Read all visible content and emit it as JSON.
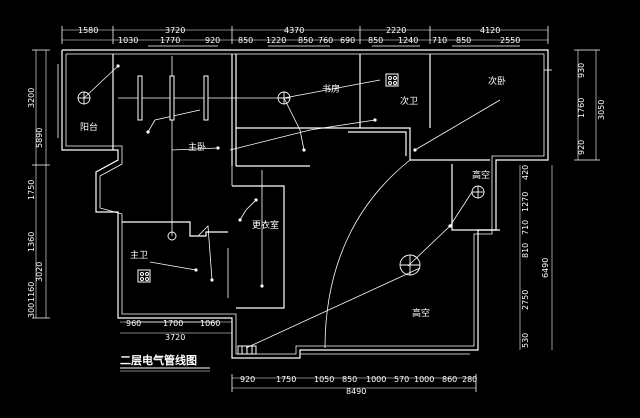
{
  "title": "二层电气管线图",
  "rooms": {
    "balcony": "阳台",
    "master_bedroom": "主卧",
    "study": "书房",
    "second_bath": "次卫",
    "second_bedroom": "次卧",
    "closet": "更衣室",
    "master_bath": "主卫",
    "void_small": "高空",
    "void_large": "高空"
  },
  "dims": {
    "top_outer": [
      "1580",
      "3720",
      "4370",
      "2220",
      "4120"
    ],
    "top_inner": [
      "1030",
      "1770",
      "920",
      "850",
      "1220",
      "850",
      "760",
      "690",
      "850",
      "1240",
      "710",
      "850",
      "2550"
    ],
    "left_outer": [
      "5890",
      "3020"
    ],
    "left_inner": [
      "3200",
      "1750",
      "1360",
      "1160",
      "300"
    ],
    "right_outer": [
      "3050",
      "6490"
    ],
    "right_inner": [
      "930",
      "1760",
      "920",
      "420",
      "1270",
      "710",
      "810",
      "2750",
      "530"
    ],
    "bottom_left": [
      "960",
      "1700",
      "1060"
    ],
    "bottom_left_total": "3720",
    "bottom_row": [
      "920",
      "1750",
      "1050",
      "850",
      "1000",
      "570",
      "1000",
      "860",
      "280"
    ],
    "bottom_total": "8490"
  }
}
